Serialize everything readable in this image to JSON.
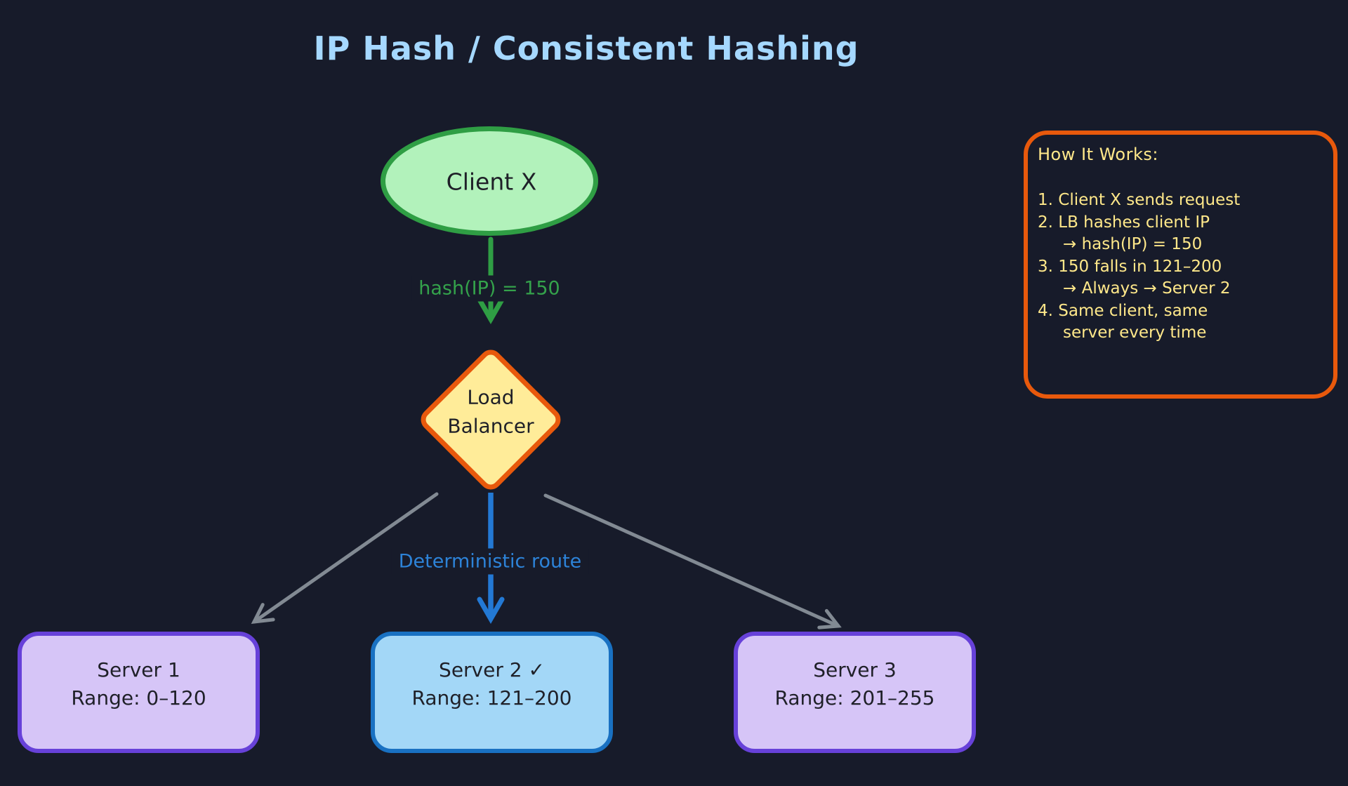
{
  "title": "IP Hash / Consistent Hashing",
  "nodes": {
    "client": {
      "label": "Client X"
    },
    "load_balancer": {
      "line1": "Load",
      "line2": "Balancer"
    },
    "servers": [
      {
        "name": "Server 1",
        "range": "Range: 0–120"
      },
      {
        "name": "Server 2 ✓",
        "range": "Range: 121–200"
      },
      {
        "name": "Server 3",
        "range": "Range: 201–255"
      }
    ]
  },
  "edges": {
    "hash_label": "hash(IP) = 150",
    "route_label": "Deterministic route"
  },
  "panel": {
    "title": "How It Works:",
    "lines": [
      "1. Client X sends request",
      "2. LB hashes client IP",
      "→ hash(IP) = 150",
      "3. 150 falls in 121–200",
      "→ Always → Server 2",
      "4. Same client, same",
      "server every time"
    ]
  },
  "colors": {
    "background": "#171b2a",
    "title_blue": "#a5d8ff",
    "client_fill": "#b2f2bb",
    "client_stroke": "#2f9e44",
    "hash_green": "#34a24b",
    "diamond_fill": "#ffec99",
    "diamond_stroke": "#e8590c",
    "route_blue": "#2d83d8",
    "server_purple_fill": "#d6c5f7",
    "server_purple_stroke": "#6741d9",
    "server_blue_fill": "#a3d7f7",
    "server_blue_stroke": "#1971c2",
    "gray_arrow": "#828a93",
    "panel_border": "#e8590c",
    "panel_text": "#ffe88a",
    "node_text": "#1f2028"
  }
}
